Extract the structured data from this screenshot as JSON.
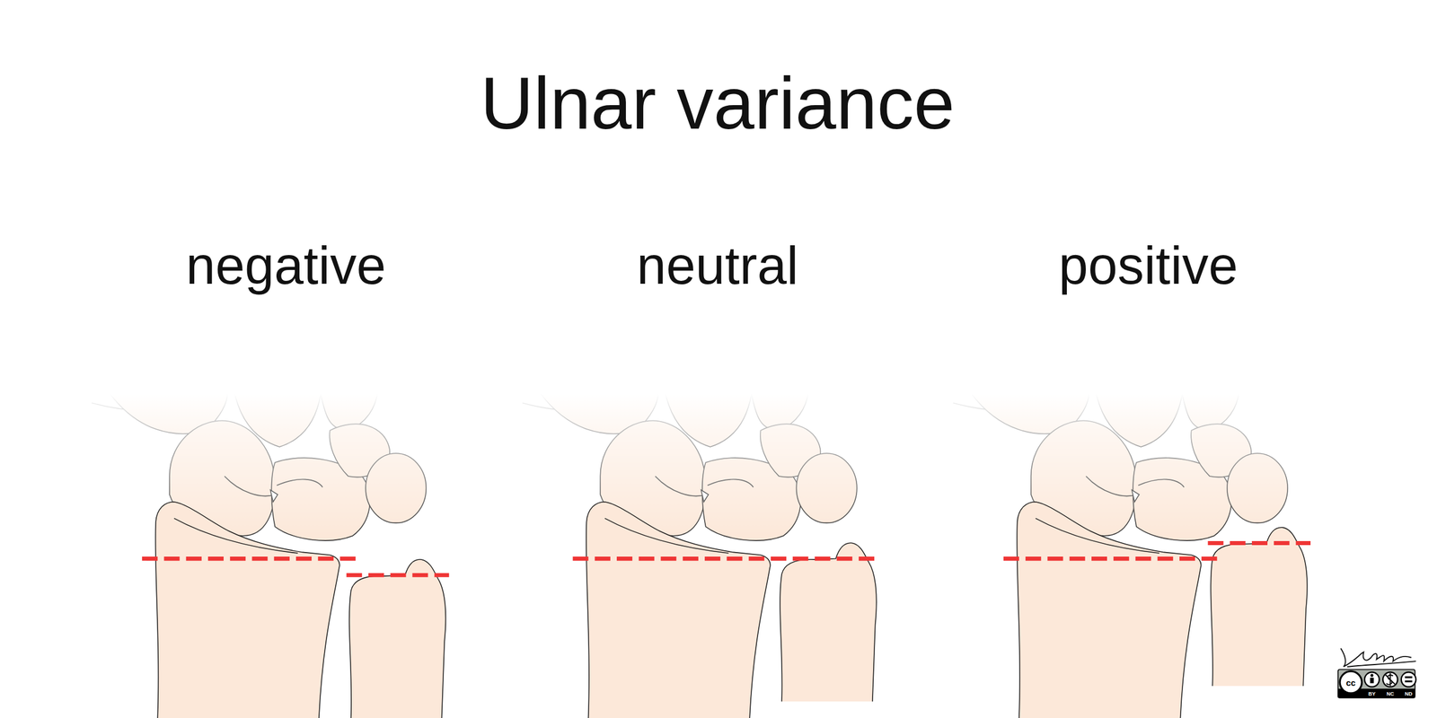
{
  "diagram": {
    "title": "Ulnar variance",
    "labels": [
      "negative",
      "neutral",
      "positive",
      "cc",
      "BY",
      "NC",
      "ND"
    ]
  }
}
